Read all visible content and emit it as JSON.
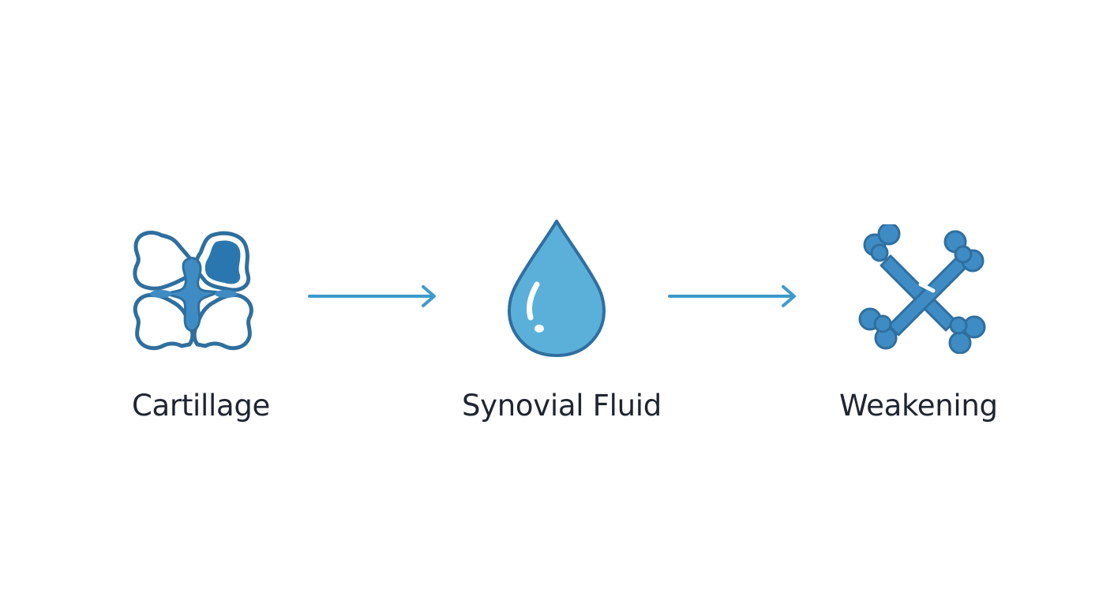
{
  "steps": [
    {
      "label": "Cartillage",
      "icon": "cartilage-joint-icon"
    },
    {
      "label": "Synovial Fluid",
      "icon": "water-drop-icon"
    },
    {
      "label": "Weakening",
      "icon": "crossed-bones-icon"
    }
  ],
  "connectors": [
    {
      "icon": "arrow-right-icon"
    },
    {
      "icon": "arrow-right-icon"
    }
  ],
  "colors": {
    "outline": "#2f6f9f",
    "fill_dark": "#2a77b0",
    "fill_mid": "#3f8cc4",
    "fill_light": "#5bb0da",
    "arrow": "#3d9bcc",
    "text": "#1f2430"
  }
}
